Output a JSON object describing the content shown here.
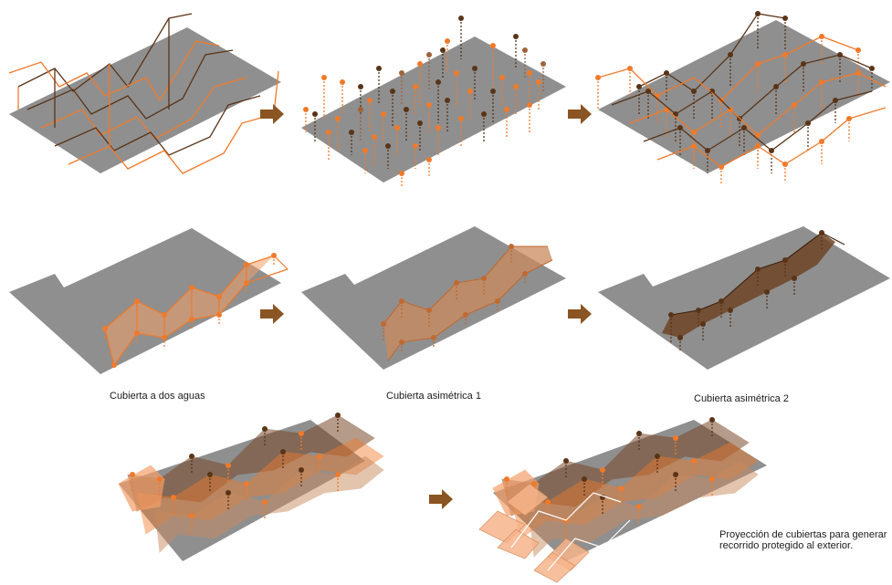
{
  "colors": {
    "ground": "#8f8f8f",
    "ground_edge": "#6e6e6e",
    "orange": "#f07a2a",
    "dark_brown": "#5a3417",
    "mid_brown": "#a0623a",
    "arrow": "#8a5522",
    "orange_fill": "#f4a06a",
    "brown_fill": "#7a4a2a",
    "light_orange_fill": "#f6b48a"
  },
  "icons": {
    "arrow": "right-arrow-icon"
  },
  "captions": {
    "gable": "Cubierta a dos aguas",
    "asym1": "Cubierta asimétrica 1",
    "asym2": "Cubierta asimétrica 2",
    "projection": "Proyección de cubiertas para generar\nrecorrido protegido al exterior."
  }
}
